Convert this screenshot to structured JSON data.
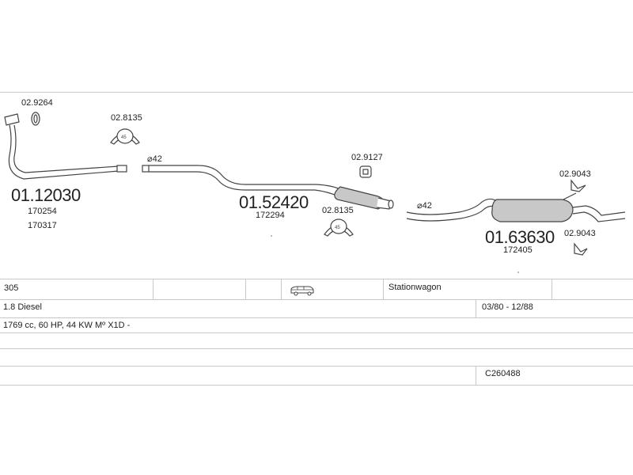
{
  "diagram": {
    "parts": [
      {
        "number": "01.12030",
        "refs": [
          "170254",
          "170317"
        ]
      },
      {
        "number": "01.52420",
        "refs": [
          "172294"
        ]
      },
      {
        "number": "01.63630",
        "refs": [
          "172405"
        ]
      }
    ],
    "accessories": {
      "clamp_front": "02.9264",
      "hanger_front": "02.8135",
      "hanger_mid": "02.8135",
      "clamp_mid": "02.9127",
      "rubber_rear_top": "02.9043",
      "rubber_rear_bottom": "02.9043"
    },
    "diameter_labels": [
      "⌀42",
      "⌀42"
    ]
  },
  "table": {
    "model": "305",
    "body_type": "Stationwagon",
    "engine": "1.8 Diesel",
    "years": "03/80 - 12/88",
    "spec": "1769 cc, 60 HP, 44 KW Mº X1D -",
    "code": "C260488"
  }
}
